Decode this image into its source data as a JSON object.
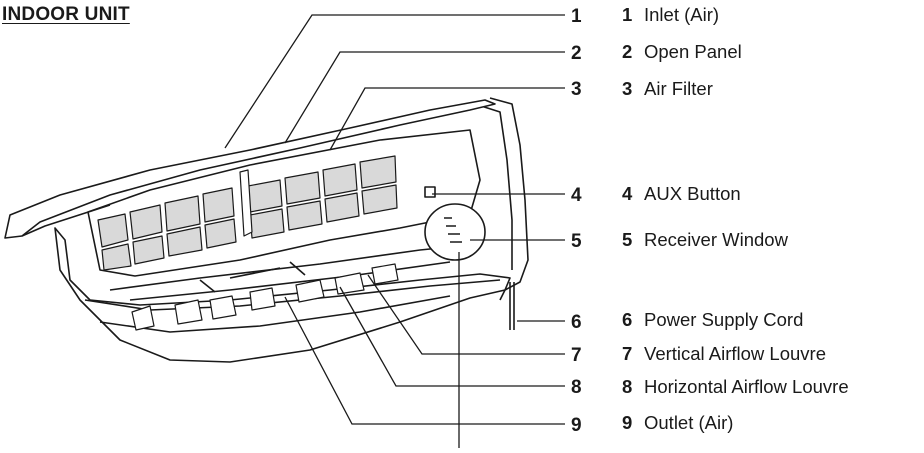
{
  "title": "INDOOR UNIT",
  "callouts": [
    "1",
    "2",
    "3",
    "4",
    "5",
    "6",
    "7",
    "8",
    "9"
  ],
  "legend": [
    {
      "number": "1",
      "label": "Inlet (Air)"
    },
    {
      "number": "2",
      "label": "Open Panel"
    },
    {
      "number": "3",
      "label": "Air Filter"
    },
    {
      "number": "4",
      "label": "AUX Button"
    },
    {
      "number": "5",
      "label": "Receiver Window"
    },
    {
      "number": "6",
      "label": "Power Supply Cord"
    },
    {
      "number": "7",
      "label": "Vertical Airflow Louvre"
    },
    {
      "number": "8",
      "label": "Horizontal Airflow Louvre"
    },
    {
      "number": "9",
      "label": "Outlet (Air)"
    }
  ],
  "colors": {
    "line": "#1a1a1a",
    "filter_mesh": "#d9d9d9",
    "background": "#ffffff"
  }
}
